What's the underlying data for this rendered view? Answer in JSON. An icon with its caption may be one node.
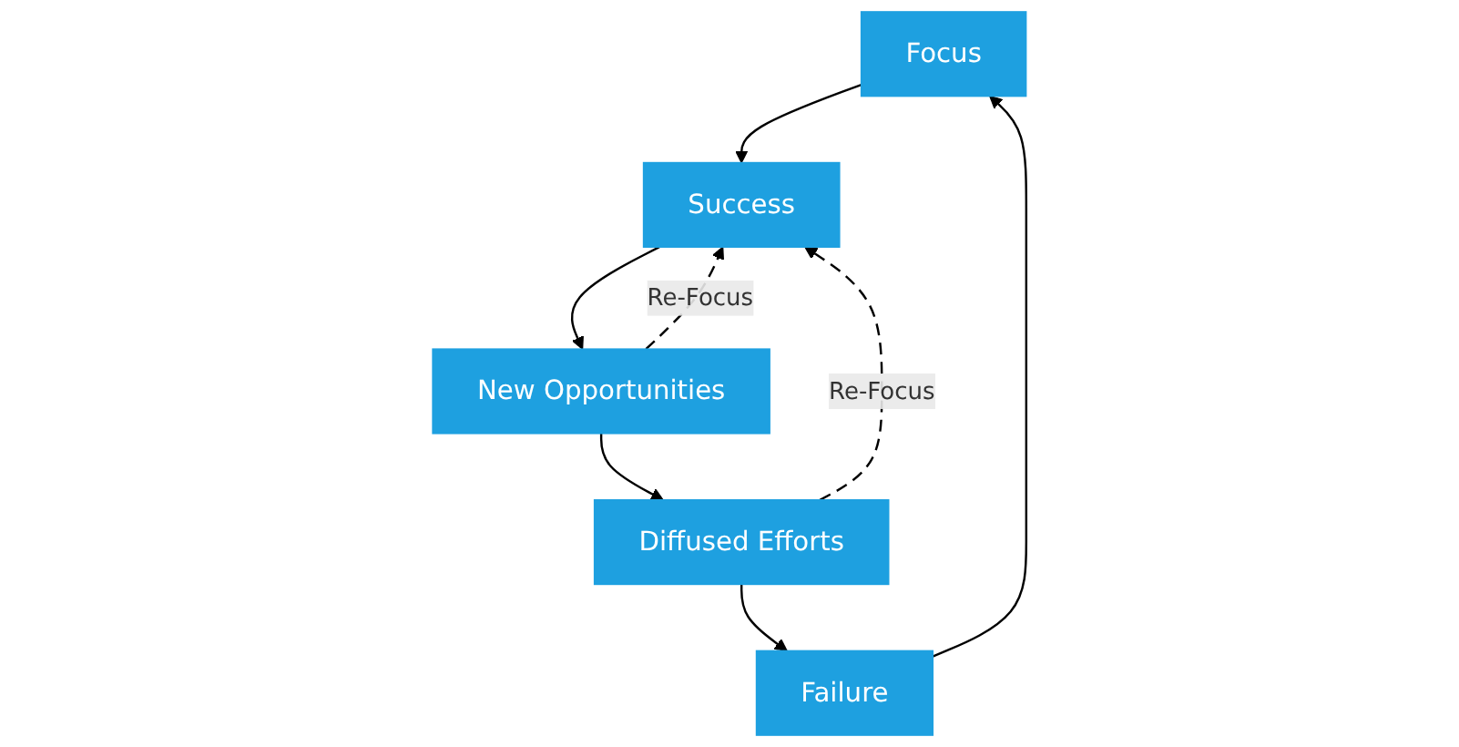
{
  "diagram": {
    "nodes": [
      {
        "text": [
          "Focus"
        ]
      },
      {
        "text": [
          "Success"
        ]
      },
      {
        "text": [
          "New Opportunities"
        ]
      },
      {
        "text": [
          "Diffused Efforts"
        ]
      },
      {
        "text": [
          "Failure"
        ]
      }
    ],
    "edges": [
      {
        "from": 0,
        "to": 1,
        "arrow": "to"
      },
      {
        "from": 1,
        "to": 2,
        "arrow": "to"
      },
      {
        "from": 2,
        "to": 3,
        "arrow": "to"
      },
      {
        "from": 3,
        "to": 4,
        "arrow": "to"
      },
      {
        "from": 2,
        "to": 1,
        "arrow": "to",
        "label": "Re-Focus",
        "style": "dashed"
      },
      {
        "from": 3,
        "to": 1,
        "arrow": "to",
        "label": "Re-Focus",
        "style": "dashed"
      },
      {
        "from": 4,
        "to": 0,
        "arrow": "to"
      }
    ]
  }
}
